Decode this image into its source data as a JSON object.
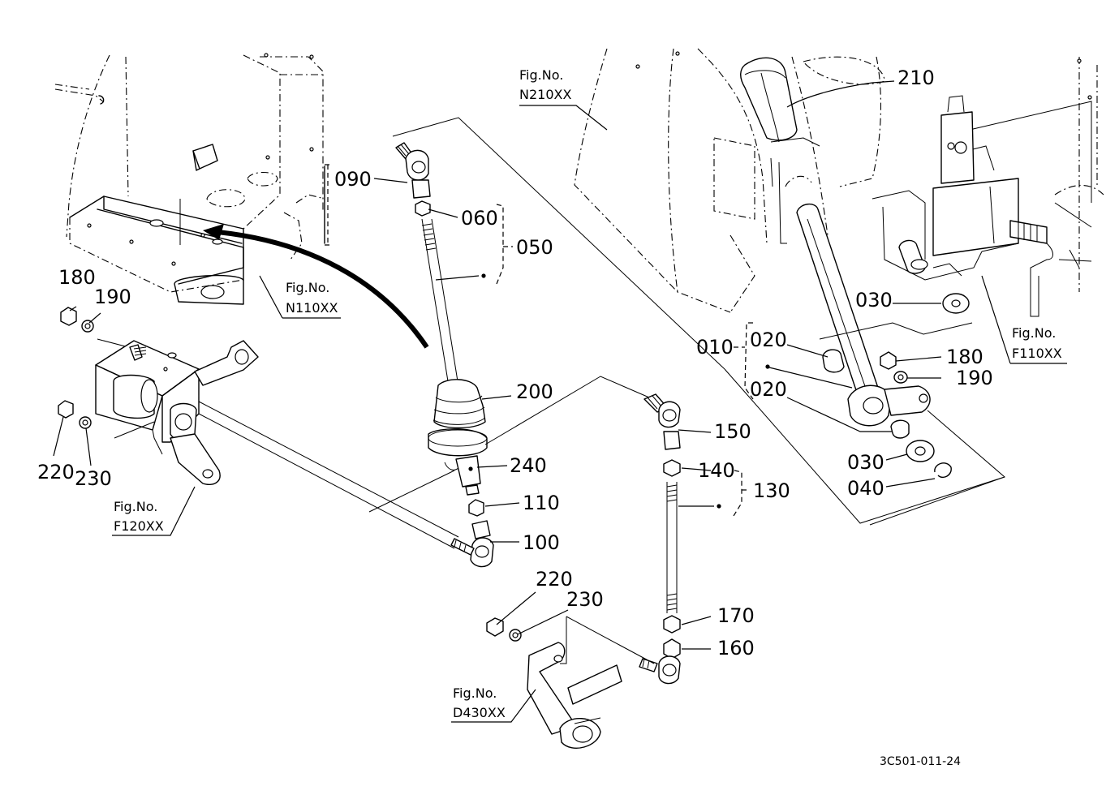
{
  "drawing_code": "3C501-011-24",
  "fig_refs": [
    {
      "id": "n210",
      "line1": "Fig.No.",
      "line2": "N210XX"
    },
    {
      "id": "n110",
      "line1": "Fig.No.",
      "line2": "N110XX"
    },
    {
      "id": "f110",
      "line1": "Fig.No.",
      "line2": "F110XX"
    },
    {
      "id": "f120",
      "line1": "Fig.No.",
      "line2": "F120XX"
    },
    {
      "id": "d430",
      "line1": "Fig.No.",
      "line2": "D430XX"
    }
  ],
  "callouts": {
    "p210": "210",
    "p090": "090",
    "p060": "060",
    "p050": "050",
    "p180a": "180",
    "p190a": "190",
    "p030a": "030",
    "p010": "010",
    "p020a": "020",
    "p180b": "180",
    "p190b": "190",
    "p020b": "020",
    "p200": "200",
    "p150": "150",
    "p220a": "220",
    "p230a": "230",
    "p240": "240",
    "p030b": "030",
    "p040": "040",
    "p140": "140",
    "p130": "130",
    "p110": "110",
    "p100": "100",
    "p220b": "220",
    "p230b": "230",
    "p170": "170",
    "p160": "160"
  }
}
